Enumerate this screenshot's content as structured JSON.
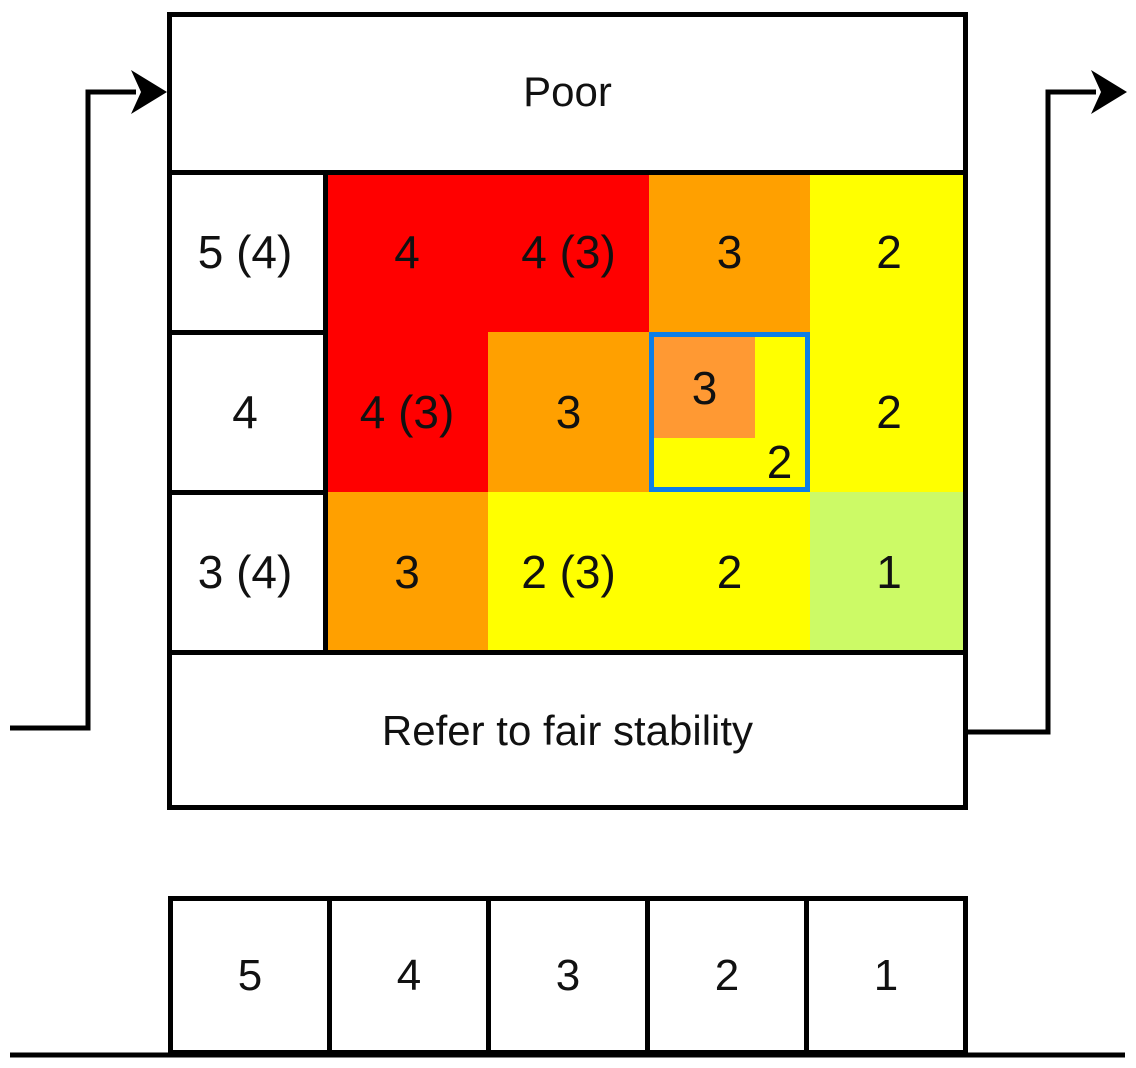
{
  "diagram": {
    "top_box_label": "Poor",
    "bottom_box_label": "Refer to fair stability",
    "row_headers": [
      "5 (4)",
      "4",
      "3 (4)"
    ],
    "matrix_cells": {
      "r1c1": "4",
      "r1c2": "4 (3)",
      "r1c3": "3",
      "r1c4": "2",
      "r2c1": "4 (3)",
      "r2c2": "3",
      "r2c4": "2",
      "r3c1": "3",
      "r3c2": "2 (3)",
      "r3c3": "2",
      "r3c4": "1"
    },
    "highlight_cell": {
      "inner_label": "3",
      "outer_label": "2"
    },
    "scale_boxes": [
      "5",
      "4",
      "3",
      "2",
      "1"
    ],
    "colors": {
      "red": "#ff0000",
      "orange": "#ffa000",
      "light_orange": "#ff9933",
      "yellow": "#ffff00",
      "green": "#ccfa66",
      "highlight_border": "#0d7ee8",
      "line": "#000000"
    }
  }
}
